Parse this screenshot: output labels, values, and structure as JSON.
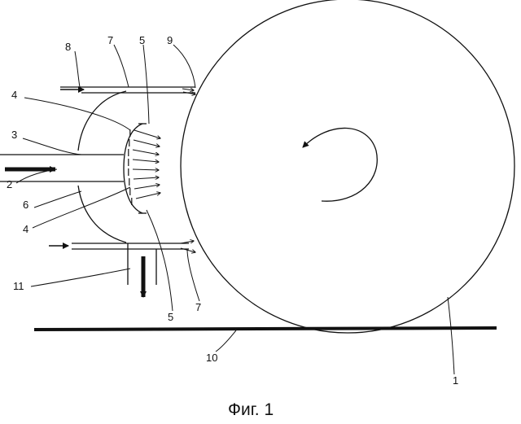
{
  "labels": {
    "l1": "1",
    "l2": "2",
    "l3": "3",
    "l4a": "4",
    "l4b": "4",
    "l5a": "5",
    "l5b": "5",
    "l6": "6",
    "l7a": "7",
    "l7b": "7",
    "l8": "8",
    "l9": "9",
    "l10": "10",
    "l11": "11"
  },
  "caption": "Фиг. 1"
}
